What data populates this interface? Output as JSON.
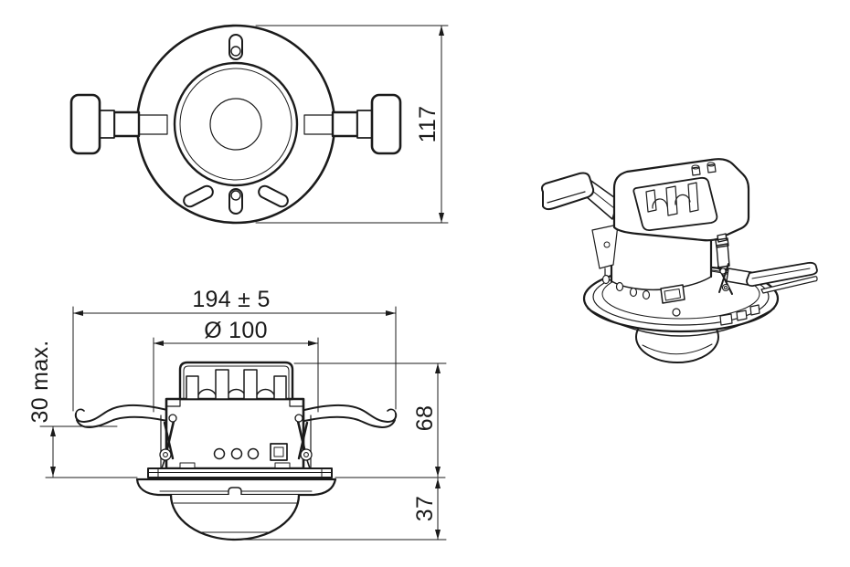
{
  "drawing": {
    "kind": "technical dimension drawing",
    "subject": "flush ceiling-mount presence detector with spring clamps",
    "background": "#ffffff",
    "line_color": "#1b1b1b",
    "views": {
      "top_view": "top view of mounting plate with two spring clamp knobs",
      "side_view": "front elevation, flush mounted through ceiling with trim ring and sensor dome",
      "perspective_view": "isometric view of detector with spring clamps"
    },
    "dimensions": {
      "top_height": "117",
      "overall_width": "194 ± 5",
      "cutout_diameter": "Ø 100",
      "clamp_range": "30 max.",
      "recessed_depth": "68",
      "visible_height": "37"
    }
  }
}
